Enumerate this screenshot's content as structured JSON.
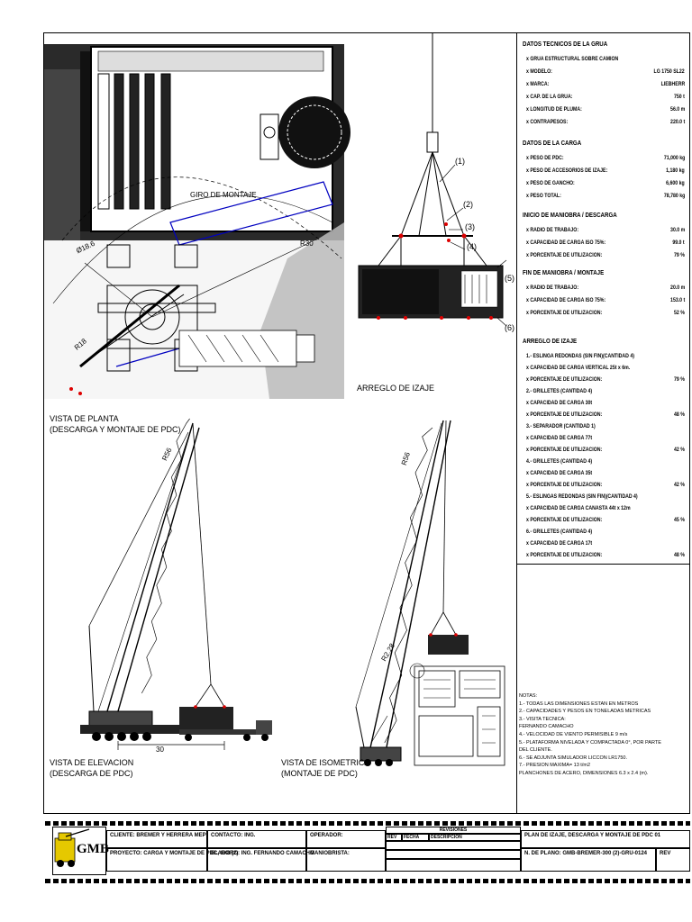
{
  "plan": {
    "giro_label": "GIRO DE MONTAJE",
    "r30_label": "R30",
    "r18_label": "R18",
    "o18_label": "Ø18.6",
    "vista_planta": "VISTA DE PLANTA",
    "vista_planta_sub": "(DESCARGA Y MONTAJE DE PDC)"
  },
  "arreglo": {
    "title": "ARREGLO DE IZAJE",
    "callouts": [
      "(1)",
      "(2)",
      "(3)",
      "(4)",
      "(5)",
      "(6)"
    ]
  },
  "elevacion": {
    "boom_label": "R56",
    "dim_30": "30",
    "title": "VISTA DE ELEVACION",
    "sub": "(DESCARGA DE PDC)"
  },
  "isometrica": {
    "boom_label": "R56",
    "radius_label": "R2.28",
    "title": "VISTA DE ISOMETRICA",
    "sub": "(MONTAJE DE PDC)"
  },
  "panel": {
    "sec1_title": "DATOS TECNICOS DE LA GRUA",
    "sec1_rows": [
      {
        "k": "x GRUA ESTRUCTURAL SOBRE CAMION",
        "v": ""
      },
      {
        "k": "x MODELO:",
        "v": "LG 1750 SL22"
      },
      {
        "k": "x MARCA:",
        "v": "LIEBHERR"
      },
      {
        "k": "x CAP. DE LA GRUA:",
        "v": "750 t"
      },
      {
        "k": "x LONGITUD DE PLUMA:",
        "v": "56.0 m"
      },
      {
        "k": "x CONTRAPESOS:",
        "v": "220.0 t"
      }
    ],
    "sec2_title": "DATOS DE LA CARGA",
    "sec2_rows": [
      {
        "k": "x PESO DE PDC:",
        "v": "71,000 kg"
      },
      {
        "k": "x PESO DE ACCESORIOS DE IZAJE:",
        "v": "1,180 kg"
      },
      {
        "k": "x PESO DE GANCHO:",
        "v": "6,600 kg"
      },
      {
        "k": "x PESO TOTAL:",
        "v": "78,780 kg"
      }
    ],
    "sec3_title": "INICIO DE MANIOBRA / DESCARGA",
    "sec3_rows": [
      {
        "k": "x RADIO DE TRABAJO:",
        "v": "30.0 m"
      },
      {
        "k": "x CAPACIDAD DE CARGA ISO 75%:",
        "v": "99.0 t"
      },
      {
        "k": "x PORCENTAJE DE UTILIZACION:",
        "v": "79 %"
      }
    ],
    "sec4_title": "FIN DE MANIOBRA / MONTAJE",
    "sec4_rows": [
      {
        "k": "x RADIO DE TRABAJO:",
        "v": "20.0 m"
      },
      {
        "k": "x CAPACIDAD DE CARGA ISO 75%:",
        "v": "153.0 t"
      },
      {
        "k": "x PORCENTAJE DE UTILIZACION:",
        "v": "52 %"
      }
    ],
    "sec5_title": "ARREGLO DE IZAJE",
    "sec5_rows": [
      {
        "k": "1.- ESLINGA REDONDAS (SIN FIN)(CANTIDAD 4)",
        "v": ""
      },
      {
        "k": "x CAPACIDAD DE CARGA VERTICAL 25t x 6m.",
        "v": ""
      },
      {
        "k": "x PORCENTAJE DE UTILIZACION:",
        "v": "79 %"
      },
      {
        "k": "2.- GRILLETES (CANTIDAD 4)",
        "v": ""
      },
      {
        "k": "x CAPACIDAD DE CARGA 30t",
        "v": ""
      },
      {
        "k": "x PORCENTAJE DE UTILIZACION:",
        "v": "48 %"
      },
      {
        "k": "3.- SEPARADOR (CANTIDAD 1)",
        "v": ""
      },
      {
        "k": "x CAPACIDAD DE CARGA 77t",
        "v": ""
      },
      {
        "k": "x PORCENTAJE DE UTILIZACION:",
        "v": "42 %"
      },
      {
        "k": "4.- GRILLETES (CANTIDAD 4)",
        "v": ""
      },
      {
        "k": "x CAPACIDAD DE CARGA 35t",
        "v": ""
      },
      {
        "k": "x PORCENTAJE DE UTILIZACION:",
        "v": "42 %"
      },
      {
        "k": "5.- ESLINGAS REDONDAS (SIN FIN)(CANTIDAD 4)",
        "v": ""
      },
      {
        "k": "x CAPACIDAD DE CARGA CANASTA 44t x 12m",
        "v": ""
      },
      {
        "k": "x PORCENTAJE DE UTILIZACION:",
        "v": "45 %"
      },
      {
        "k": "6.- GRILLETES (CANTIDAD 4)",
        "v": ""
      },
      {
        "k": "x CAPACIDAD DE CARGA 17t",
        "v": ""
      },
      {
        "k": "x PORCENTAJE DE UTILIZACION:",
        "v": "48 %"
      }
    ],
    "notes": [
      "NOTAS:",
      "1.-    TODAS LAS DIMENSIONES ESTAN EN METROS",
      "2.-    CAPACIDADES Y PESOS EN TONELADAS METRICAS",
      "3.-    VISITA TECNICA:",
      "        FERNANDO CAMACHO",
      "4.-    VELOCIDAD DE VIENTO PERMISIBLE 9 m/s",
      "5.-    PLATAFORMA NIVELADA Y COMPACTADA 0°, POR PARTE",
      "        DEL CLIENTE.",
      "6.-    SE ADJUNTA SIMULADOR LICCON LR1750.",
      "7.-    PRESION MAXIMA= 13 t/m2",
      "PLANCHONES DE ACERO, DIMENSIONES 6.3 x 2.4 (m)."
    ]
  },
  "titleblock": {
    "logo": "GMB",
    "cliente": "CLIENTE: BREMER Y HERRERA MEP",
    "contacto": "CONTACTO: ING.",
    "operador": "OPERADOR:",
    "proyecto": "PROYECTO: CARGA Y MONTAJE DE PDC, 8X8 (2)",
    "elaboro": "ELABORO: ING. FERNANDO CAMACHO",
    "maniobrista": "MANIOBRISTA:",
    "revisiones": "REVISIONES",
    "rev": "REV",
    "fecha": "FECHA",
    "descripcion": "DESCRIPCION",
    "plan_title": "PLAN DE IZAJE, DESCARGA Y MONTAJE DE PDC 01",
    "plano_no": "N. DE PLANO: GMB-BREMER-300 (2)-GRU-0124",
    "rev_short": "REV"
  }
}
